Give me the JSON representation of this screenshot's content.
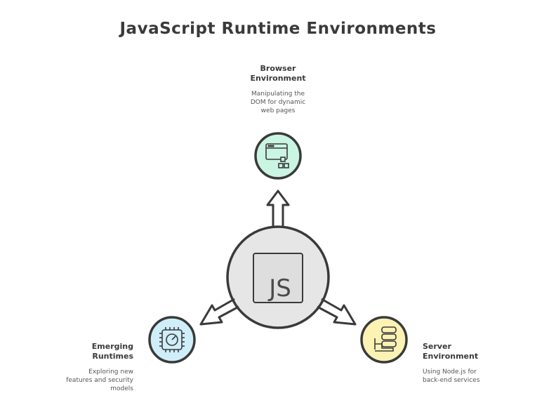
{
  "title": "JavaScript Runtime Environments",
  "hub": {
    "label": "JS"
  },
  "nodes": {
    "browser": {
      "title_line1": "Browser",
      "title_line2": "Environment",
      "desc_line1": "Manipulating the",
      "desc_line2": "DOM for dynamic",
      "desc_line3": "web pages",
      "icon": "browser-window-icon",
      "fill": "#c9f5e2"
    },
    "emerging": {
      "title_line1": "Emerging",
      "title_line2": "Runtimes",
      "desc_line1": "Exploring new",
      "desc_line2": "features and security",
      "desc_line3": "models",
      "icon": "chip-icon",
      "fill": "#cfeefa"
    },
    "server": {
      "title_line1": "Server",
      "title_line2": "Environment",
      "desc_line1": "Using Node.js for",
      "desc_line2": "back-end services",
      "icon": "server-icon",
      "fill": "#fbf2b4"
    }
  },
  "colors": {
    "stroke": "#3a3a3a",
    "hub_fill": "#e6e6e6"
  }
}
